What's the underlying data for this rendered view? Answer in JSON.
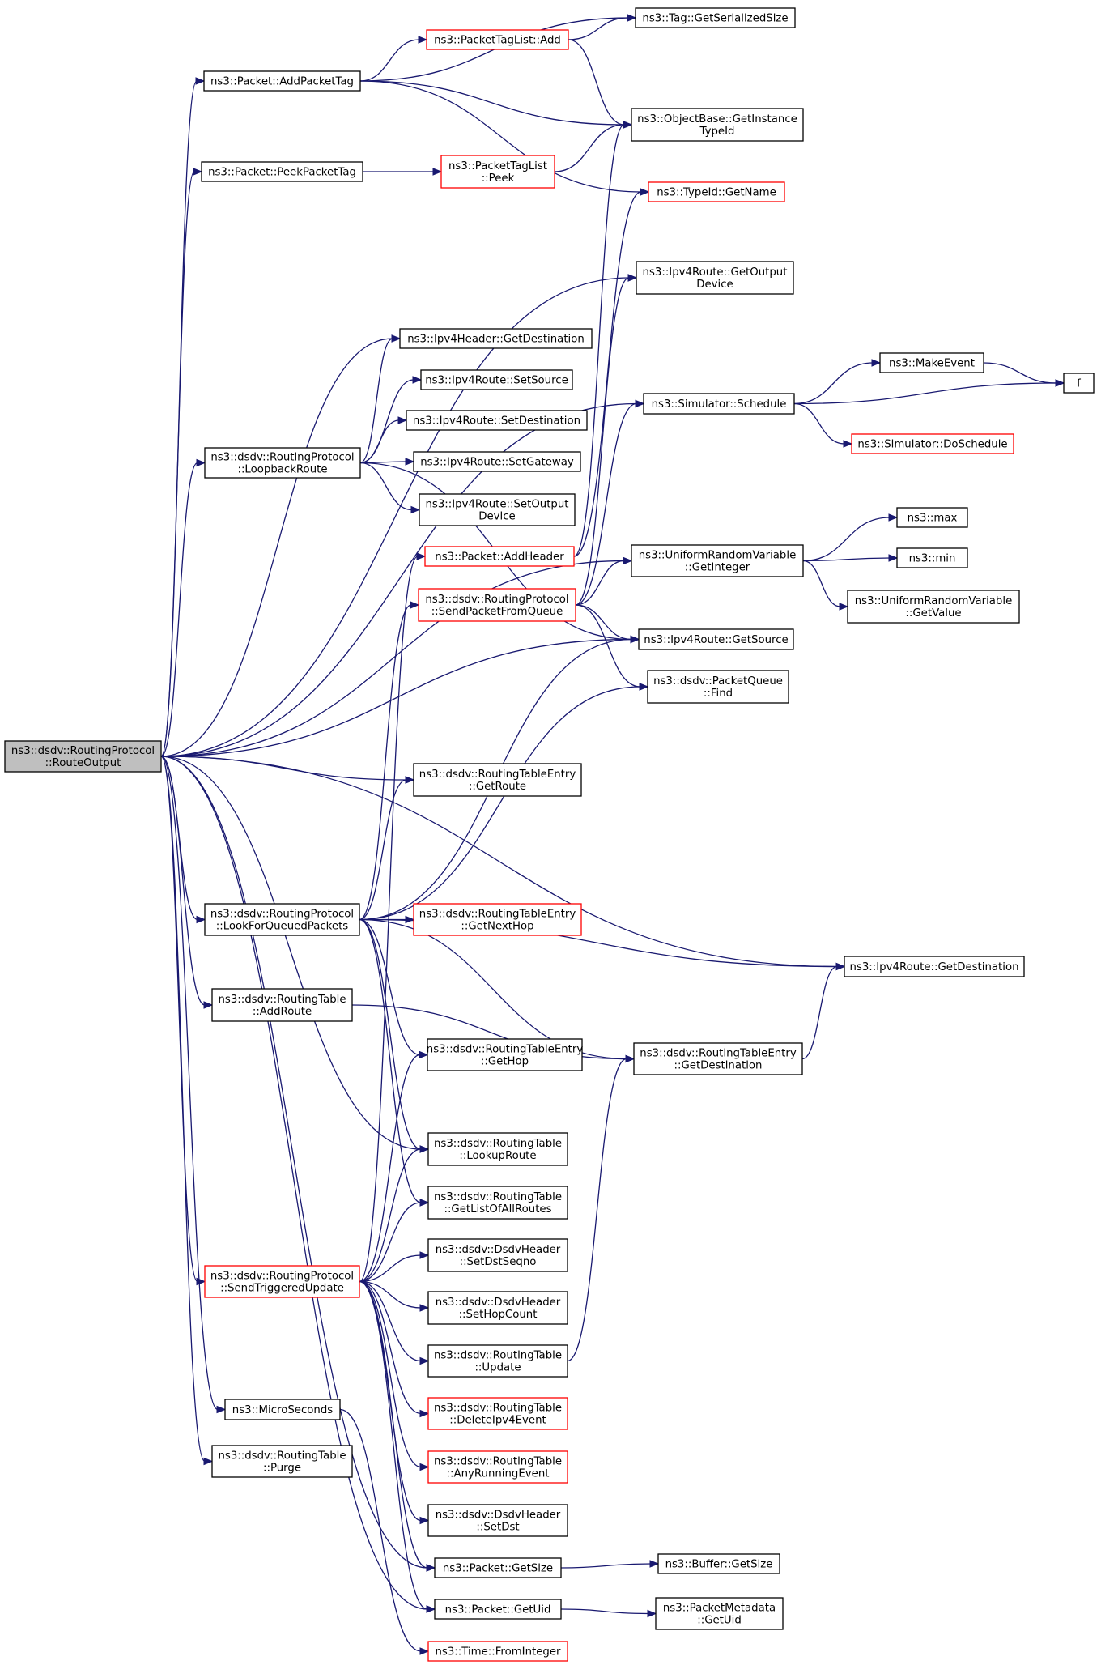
{
  "colors": {
    "edge": "#191970",
    "node_border": "#000000",
    "node_border_truncated": "#ff0000",
    "root_fill": "#bfbfbf",
    "node_fill": "#ffffff"
  },
  "nodes": [
    {
      "id": "route_output",
      "lines": [
        "ns3::dsdv::RoutingProtocol",
        "::RouteOutput"
      ],
      "style": "root"
    },
    {
      "id": "add_packet_tag",
      "lines": [
        "ns3::Packet::AddPacketTag"
      ],
      "style": "normal"
    },
    {
      "id": "packet_tag_list_add",
      "lines": [
        "ns3::PacketTagList::Add"
      ],
      "style": "truncated"
    },
    {
      "id": "tag_get_serialized_size",
      "lines": [
        "ns3::Tag::GetSerializedSize"
      ],
      "style": "normal"
    },
    {
      "id": "object_base_get_instance_type_id",
      "lines": [
        "ns3::ObjectBase::GetInstance",
        "TypeId"
      ],
      "style": "normal"
    },
    {
      "id": "peek_packet_tag",
      "lines": [
        "ns3::Packet::PeekPacketTag"
      ],
      "style": "normal"
    },
    {
      "id": "packet_tag_list_peek",
      "lines": [
        "ns3::PacketTagList",
        "::Peek"
      ],
      "style": "truncated"
    },
    {
      "id": "type_id_get_name",
      "lines": [
        "ns3::TypeId::GetName"
      ],
      "style": "truncated"
    },
    {
      "id": "ipv4route_get_output_device",
      "lines": [
        "ns3::Ipv4Route::GetOutput",
        "Device"
      ],
      "style": "normal"
    },
    {
      "id": "ipv4header_get_destination",
      "lines": [
        "ns3::Ipv4Header::GetDestination"
      ],
      "style": "normal"
    },
    {
      "id": "ipv4route_set_source",
      "lines": [
        "ns3::Ipv4Route::SetSource"
      ],
      "style": "normal"
    },
    {
      "id": "ipv4route_set_destination",
      "lines": [
        "ns3::Ipv4Route::SetDestination"
      ],
      "style": "normal"
    },
    {
      "id": "loopback_route",
      "lines": [
        "ns3::dsdv::RoutingProtocol",
        "::LoopbackRoute"
      ],
      "style": "normal"
    },
    {
      "id": "ipv4route_set_gateway",
      "lines": [
        "ns3::Ipv4Route::SetGateway"
      ],
      "style": "normal"
    },
    {
      "id": "ipv4route_set_output_device",
      "lines": [
        "ns3::Ipv4Route::SetOutput",
        "Device"
      ],
      "style": "normal"
    },
    {
      "id": "make_event",
      "lines": [
        "ns3::MakeEvent"
      ],
      "style": "normal"
    },
    {
      "id": "f",
      "lines": [
        "f"
      ],
      "style": "normal"
    },
    {
      "id": "simulator_schedule",
      "lines": [
        "ns3::Simulator::Schedule"
      ],
      "style": "normal"
    },
    {
      "id": "simulator_do_schedule",
      "lines": [
        "ns3::Simulator::DoSchedule"
      ],
      "style": "truncated"
    },
    {
      "id": "max",
      "lines": [
        "ns3::max"
      ],
      "style": "normal"
    },
    {
      "id": "packet_add_header",
      "lines": [
        "ns3::Packet::AddHeader"
      ],
      "style": "truncated"
    },
    {
      "id": "uniform_get_integer",
      "lines": [
        "ns3::UniformRandomVariable",
        "::GetInteger"
      ],
      "style": "normal"
    },
    {
      "id": "min",
      "lines": [
        "ns3::min"
      ],
      "style": "normal"
    },
    {
      "id": "send_packet_from_queue",
      "lines": [
        "ns3::dsdv::RoutingProtocol",
        "::SendPacketFromQueue"
      ],
      "style": "truncated"
    },
    {
      "id": "uniform_get_value",
      "lines": [
        "ns3::UniformRandomVariable",
        "::GetValue"
      ],
      "style": "normal"
    },
    {
      "id": "ipv4route_get_source",
      "lines": [
        "ns3::Ipv4Route::GetSource"
      ],
      "style": "normal"
    },
    {
      "id": "packet_queue_find",
      "lines": [
        "ns3::dsdv::PacketQueue",
        "::Find"
      ],
      "style": "normal"
    },
    {
      "id": "rte_get_route",
      "lines": [
        "ns3::dsdv::RoutingTableEntry",
        "::GetRoute"
      ],
      "style": "normal"
    },
    {
      "id": "look_for_queued_packets",
      "lines": [
        "ns3::dsdv::RoutingProtocol",
        "::LookForQueuedPackets"
      ],
      "style": "normal"
    },
    {
      "id": "rte_get_next_hop",
      "lines": [
        "ns3::dsdv::RoutingTableEntry",
        "::GetNextHop"
      ],
      "style": "truncated"
    },
    {
      "id": "ipv4route_get_destination",
      "lines": [
        "ns3::Ipv4Route::GetDestination"
      ],
      "style": "normal"
    },
    {
      "id": "rt_add_route",
      "lines": [
        "ns3::dsdv::RoutingTable",
        "::AddRoute"
      ],
      "style": "normal"
    },
    {
      "id": "rte_get_hop",
      "lines": [
        "ns3::dsdv::RoutingTableEntry",
        "::GetHop"
      ],
      "style": "normal"
    },
    {
      "id": "rte_get_destination",
      "lines": [
        "ns3::dsdv::RoutingTableEntry",
        "::GetDestination"
      ],
      "style": "normal"
    },
    {
      "id": "rt_lookup_route",
      "lines": [
        "ns3::dsdv::RoutingTable",
        "::LookupRoute"
      ],
      "style": "normal"
    },
    {
      "id": "rt_get_list_of_all_routes",
      "lines": [
        "ns3::dsdv::RoutingTable",
        "::GetListOfAllRoutes"
      ],
      "style": "normal"
    },
    {
      "id": "dsdv_header_set_dst_seqno",
      "lines": [
        "ns3::dsdv::DsdvHeader",
        "::SetDstSeqno"
      ],
      "style": "normal"
    },
    {
      "id": "send_triggered_update",
      "lines": [
        "ns3::dsdv::RoutingProtocol",
        "::SendTriggeredUpdate"
      ],
      "style": "truncated"
    },
    {
      "id": "dsdv_header_set_hop_count",
      "lines": [
        "ns3::dsdv::DsdvHeader",
        "::SetHopCount"
      ],
      "style": "normal"
    },
    {
      "id": "rt_update",
      "lines": [
        "ns3::dsdv::RoutingTable",
        "::Update"
      ],
      "style": "normal"
    },
    {
      "id": "micro_seconds",
      "lines": [
        "ns3::MicroSeconds"
      ],
      "style": "normal"
    },
    {
      "id": "rt_delete_ipv4_event",
      "lines": [
        "ns3::dsdv::RoutingTable",
        "::DeleteIpv4Event"
      ],
      "style": "truncated"
    },
    {
      "id": "rt_purge",
      "lines": [
        "ns3::dsdv::RoutingTable",
        "::Purge"
      ],
      "style": "normal"
    },
    {
      "id": "rt_any_running_event",
      "lines": [
        "ns3::dsdv::RoutingTable",
        "::AnyRunningEvent"
      ],
      "style": "truncated"
    },
    {
      "id": "dsdv_header_set_dst",
      "lines": [
        "ns3::dsdv::DsdvHeader",
        "::SetDst"
      ],
      "style": "normal"
    },
    {
      "id": "packet_get_size",
      "lines": [
        "ns3::Packet::GetSize"
      ],
      "style": "normal"
    },
    {
      "id": "buffer_get_size",
      "lines": [
        "ns3::Buffer::GetSize"
      ],
      "style": "normal"
    },
    {
      "id": "packet_get_uid",
      "lines": [
        "ns3::Packet::GetUid"
      ],
      "style": "normal"
    },
    {
      "id": "packet_metadata_get_uid",
      "lines": [
        "ns3::PacketMetadata",
        "::GetUid"
      ],
      "style": "normal"
    },
    {
      "id": "time_from_integer",
      "lines": [
        "ns3::Time::FromInteger"
      ],
      "style": "truncated"
    }
  ],
  "edges": [
    [
      "route_output",
      "add_packet_tag"
    ],
    [
      "route_output",
      "peek_packet_tag"
    ],
    [
      "route_output",
      "ipv4route_get_output_device"
    ],
    [
      "route_output",
      "simulator_schedule"
    ],
    [
      "route_output",
      "uniform_get_integer"
    ],
    [
      "route_output",
      "ipv4header_get_destination"
    ],
    [
      "route_output",
      "loopback_route"
    ],
    [
      "route_output",
      "ipv4route_get_source"
    ],
    [
      "route_output",
      "ipv4route_get_destination"
    ],
    [
      "route_output",
      "rte_get_route"
    ],
    [
      "route_output",
      "look_for_queued_packets"
    ],
    [
      "route_output",
      "rt_add_route"
    ],
    [
      "route_output",
      "rt_lookup_route"
    ],
    [
      "route_output",
      "send_triggered_update"
    ],
    [
      "route_output",
      "micro_seconds"
    ],
    [
      "route_output",
      "rt_purge"
    ],
    [
      "route_output",
      "packet_get_size"
    ],
    [
      "route_output",
      "packet_get_uid"
    ],
    [
      "add_packet_tag",
      "packet_tag_list_add"
    ],
    [
      "add_packet_tag",
      "tag_get_serialized_size"
    ],
    [
      "add_packet_tag",
      "object_base_get_instance_type_id"
    ],
    [
      "add_packet_tag",
      "type_id_get_name"
    ],
    [
      "packet_tag_list_add",
      "tag_get_serialized_size"
    ],
    [
      "packet_tag_list_add",
      "object_base_get_instance_type_id"
    ],
    [
      "peek_packet_tag",
      "packet_tag_list_peek"
    ],
    [
      "packet_tag_list_peek",
      "object_base_get_instance_type_id"
    ],
    [
      "loopback_route",
      "ipv4header_get_destination"
    ],
    [
      "loopback_route",
      "ipv4route_set_source"
    ],
    [
      "loopback_route",
      "ipv4route_set_destination"
    ],
    [
      "loopback_route",
      "ipv4route_set_gateway"
    ],
    [
      "loopback_route",
      "ipv4route_set_output_device"
    ],
    [
      "loopback_route",
      "ipv4route_get_source"
    ],
    [
      "simulator_schedule",
      "make_event"
    ],
    [
      "simulator_schedule",
      "f"
    ],
    [
      "simulator_schedule",
      "simulator_do_schedule"
    ],
    [
      "make_event",
      "f"
    ],
    [
      "uniform_get_integer",
      "max"
    ],
    [
      "uniform_get_integer",
      "min"
    ],
    [
      "uniform_get_integer",
      "uniform_get_value"
    ],
    [
      "packet_add_header",
      "object_base_get_instance_type_id"
    ],
    [
      "packet_add_header",
      "type_id_get_name"
    ],
    [
      "send_packet_from_queue",
      "ipv4route_get_output_device"
    ],
    [
      "send_packet_from_queue",
      "simulator_schedule"
    ],
    [
      "send_packet_from_queue",
      "uniform_get_integer"
    ],
    [
      "send_packet_from_queue",
      "ipv4route_get_source"
    ],
    [
      "send_packet_from_queue",
      "packet_queue_find"
    ],
    [
      "look_for_queued_packets",
      "send_packet_from_queue"
    ],
    [
      "look_for_queued_packets",
      "rte_get_route"
    ],
    [
      "look_for_queued_packets",
      "ipv4route_get_source"
    ],
    [
      "look_for_queued_packets",
      "packet_queue_find"
    ],
    [
      "look_for_queued_packets",
      "rte_get_next_hop"
    ],
    [
      "look_for_queued_packets",
      "ipv4route_get_destination"
    ],
    [
      "look_for_queued_packets",
      "rte_get_destination"
    ],
    [
      "look_for_queued_packets",
      "rte_get_hop"
    ],
    [
      "look_for_queued_packets",
      "rt_lookup_route"
    ],
    [
      "look_for_queued_packets",
      "rt_get_list_of_all_routes"
    ],
    [
      "rt_add_route",
      "rte_get_destination"
    ],
    [
      "rte_get_destination",
      "ipv4route_get_destination"
    ],
    [
      "send_triggered_update",
      "packet_add_header"
    ],
    [
      "send_triggered_update",
      "rte_get_hop"
    ],
    [
      "send_triggered_update",
      "rt_lookup_route"
    ],
    [
      "send_triggered_update",
      "rt_get_list_of_all_routes"
    ],
    [
      "send_triggered_update",
      "dsdv_header_set_dst_seqno"
    ],
    [
      "send_triggered_update",
      "dsdv_header_set_hop_count"
    ],
    [
      "send_triggered_update",
      "rt_update"
    ],
    [
      "send_triggered_update",
      "rt_delete_ipv4_event"
    ],
    [
      "send_triggered_update",
      "rt_any_running_event"
    ],
    [
      "send_triggered_update",
      "dsdv_header_set_dst"
    ],
    [
      "send_triggered_update",
      "packet_get_size"
    ],
    [
      "send_triggered_update",
      "packet_get_uid"
    ],
    [
      "rt_update",
      "rte_get_destination"
    ],
    [
      "micro_seconds",
      "time_from_integer"
    ],
    [
      "packet_get_size",
      "buffer_get_size"
    ],
    [
      "packet_get_uid",
      "packet_metadata_get_uid"
    ]
  ]
}
